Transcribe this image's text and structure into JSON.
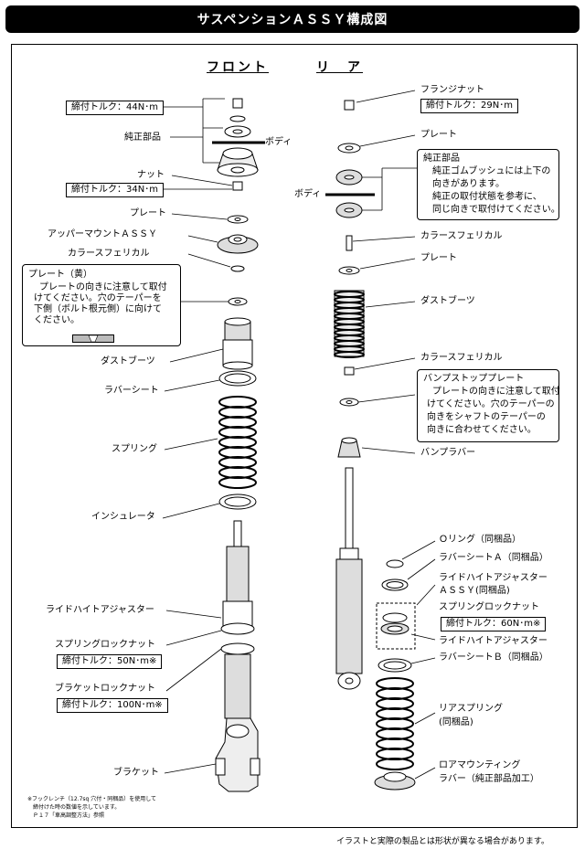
{
  "header": {
    "title": "サスペンションＡＳＳＹ構成図"
  },
  "columns": {
    "front": "フロント",
    "rear": "リ　ア"
  },
  "front": {
    "torque_top": "締付トルク：44N･m",
    "genuine_parts": "純正部品",
    "body": "ボディ",
    "nut": "ナット",
    "torque_nut": "締付トルク：34N･m",
    "plate": "プレート",
    "upper_mount": "アッパーマウントＡＳＳＹ",
    "collar_spherical": "カラースフェリカル",
    "plate_note_title": "プレート（黄）",
    "plate_note_lines": [
      "プレートの向きに注意して取付",
      "けてください。穴のテーパーを",
      "下側（ボルト根元側）に向けて",
      "ください。"
    ],
    "dust_boot": "ダストブーツ",
    "rubber_seat": "ラバーシート",
    "spring": "スプリング",
    "insulator": "インシュレータ",
    "ride_height_adjuster": "ライドハイトアジャスター",
    "spring_lock_nut": "スプリングロックナット",
    "torque_spring_lock": "締付トルク：50N･m※",
    "bracket_lock_nut": "ブラケットロックナット",
    "torque_bracket_lock": "締付トルク：100N･m※",
    "bracket": "ブラケット",
    "footnote_lines": [
      "※フックレンチ（12.7sq 穴付・同梱品）を使用して",
      "　締付けた時の数値を示しています。",
      "　Ｐ１７「車高調整方法」参照"
    ]
  },
  "rear": {
    "flange_nut": "フランジナット",
    "torque_flange": "締付トルク：29N･m",
    "plate_top": "プレート",
    "genuine_title": "純正部品",
    "genuine_lines": [
      "純正ゴムブッシュには上下の",
      "向きがあります。",
      "純正の取付状態を参考に、",
      "同じ向きで取付けてください。"
    ],
    "body": "ボディ",
    "collar_spherical_1": "カラースフェリカル",
    "plate_mid": "プレート",
    "dust_boot": "ダストブーツ",
    "collar_spherical_2": "カラースフェリカル",
    "bump_plate_title": "バンプストッププレート",
    "bump_plate_lines": [
      "プレートの向きに注意して取付",
      "けてください。穴のテーパーの",
      "向きをシャフトのテーパーの",
      "向きに合わせてください。"
    ],
    "bump_rubber": "バンプラバー",
    "o_ring": "Ｏリング（同梱品）",
    "rubber_seat_a": "ラバーシートＡ（同梱品）",
    "ride_height_adjuster_1": "ライドハイトアジャスター",
    "ride_height_adjuster_2": "ＡＳＳＹ(同梱品)",
    "spring_lock_nut": "スプリングロックナット",
    "torque_spring_lock": "締付トルク：60N･m※",
    "ride_height_adjuster_b": "ライドハイトアジャスター",
    "rubber_seat_b": "ラバーシートＢ（同梱品）",
    "rear_spring_1": "リアスプリング",
    "rear_spring_2": "(同梱品)",
    "lower_mount_1": "ロアマウンティング",
    "lower_mount_2": "ラバー（純正部品加工）"
  },
  "footer": {
    "disclaimer": "イラストと実際の製品とは形状が異なる場合があります。"
  }
}
